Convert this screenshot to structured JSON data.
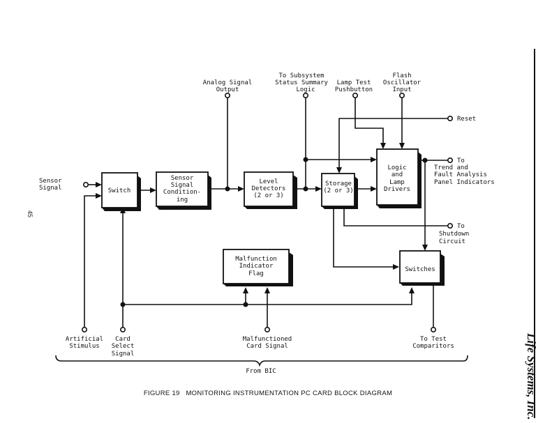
{
  "page": {
    "page_number": "45",
    "brand": "Life Systems, Inc.",
    "caption": "FIGURE 19   MONITORING INSTRUMENTATION PC CARD BLOCK DIAGRAM"
  },
  "blocks": {
    "switch": [
      "Switch"
    ],
    "sensor_conditioning": [
      "Sensor",
      "Signal",
      "Condition-",
      "ing"
    ],
    "level_detectors": [
      "Level",
      "Detectors",
      "(2 or 3)"
    ],
    "storage": [
      "Storage",
      "(2 or 3)"
    ],
    "logic_lamp": [
      "Logic",
      "and",
      "Lamp",
      "Drivers"
    ],
    "malfunction_flag": [
      "Malfunction",
      "Indicator",
      "Flag"
    ],
    "switches": [
      "Switches"
    ]
  },
  "terminals": {
    "sensor_signal": [
      "Sensor",
      "Signal"
    ],
    "analog_output": [
      "Analog Signal",
      "Output"
    ],
    "subsystem_status": [
      "To Subsystem",
      "Status Summary",
      "Logic"
    ],
    "lamp_test": [
      "Lamp Test",
      "Pushbutton"
    ],
    "flash_osc": [
      "Flash",
      "Oscillator",
      "Input"
    ],
    "reset": [
      "Reset"
    ],
    "trend_fault": [
      "To",
      "Trend and",
      "Fault Analysis",
      "Panel Indicators"
    ],
    "shutdown": [
      "To",
      "Shutdown",
      "Circuit"
    ],
    "artificial_stimulus": [
      "Artificial",
      "Stimulus"
    ],
    "card_select": [
      "Card",
      "Select",
      "Signal"
    ],
    "malfunctioned_card": [
      "Malfunctioned",
      "Card Signal"
    ],
    "test_comparitors": [
      "To Test",
      "Comparitors"
    ],
    "from_bic": [
      "From BIC"
    ]
  }
}
